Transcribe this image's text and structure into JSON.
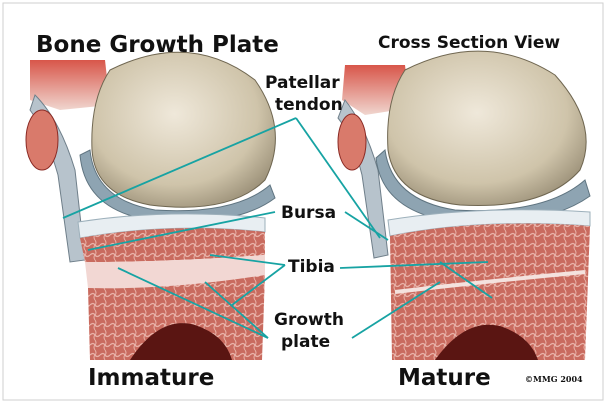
{
  "title": "Bone Growth Plate",
  "subtitle": "Cross Section View",
  "labels": {
    "patellar_tendon_line1": "Patellar",
    "patellar_tendon_line2": "tendon",
    "bursa": "Bursa",
    "tibia": "Tibia",
    "growth_plate_line1": "Growth",
    "growth_plate_line2": "plate"
  },
  "captions": {
    "left": "Immature",
    "right": "Mature"
  },
  "copyright": "©MMG 2004",
  "colors": {
    "leader_line": "#17a3a3",
    "bone_cap": "#d9cfb8",
    "marrow": "#c96b5f",
    "marrow_dark": "#8a2a24",
    "growth_plate": "#f2d7d3",
    "cartilage": "#a9c0cc",
    "muscle": "#c2423a"
  }
}
